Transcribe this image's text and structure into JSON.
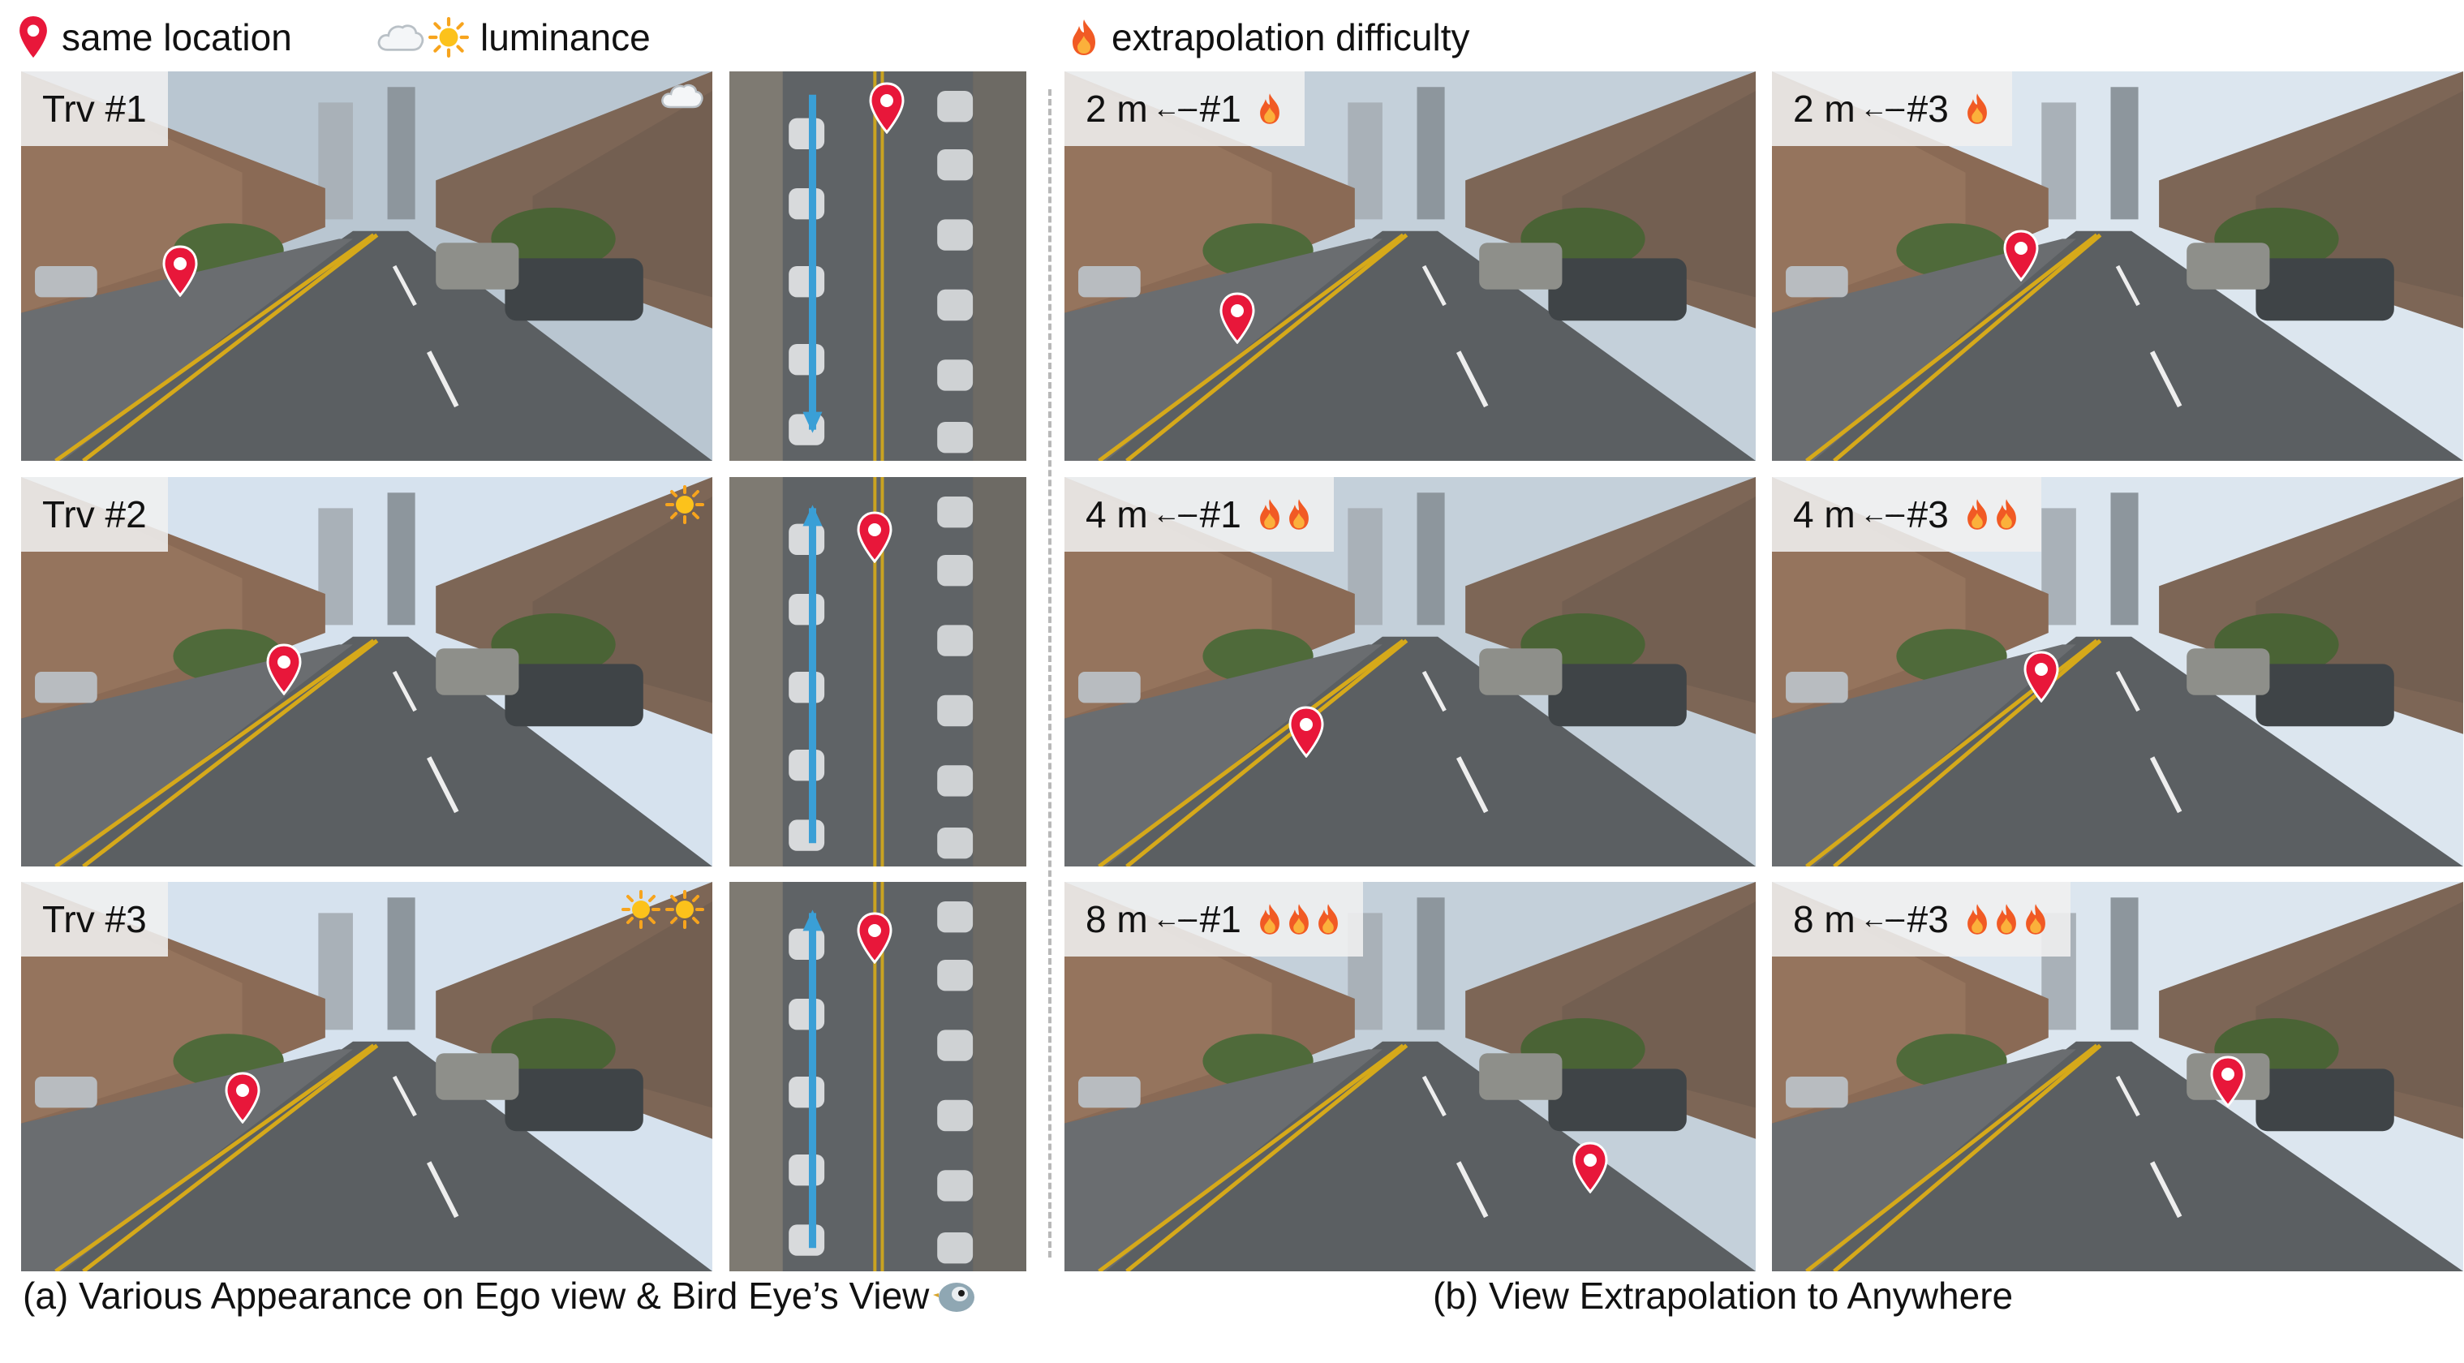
{
  "legend": {
    "same_location": "same location",
    "luminance": "luminance",
    "extrapolation_difficulty": "extrapolation difficulty"
  },
  "left": {
    "rows": [
      {
        "label": "Trv #1",
        "weather": [
          "cloud-icon"
        ],
        "bev_direction": "down"
      },
      {
        "label": "Trv #2",
        "weather": [
          "sun-icon"
        ],
        "bev_direction": "up"
      },
      {
        "label": "Trv #3",
        "weather": [
          "sun-icon",
          "sun-icon"
        ],
        "bev_direction": "up"
      }
    ],
    "caption": "(a) Various Appearance on Ego view & Bird Eye’s View"
  },
  "right": {
    "panels": [
      {
        "dist": "2 m",
        "ref": "#1",
        "difficulty": 1
      },
      {
        "dist": "2 m",
        "ref": "#3",
        "difficulty": 1
      },
      {
        "dist": "4 m",
        "ref": "#1",
        "difficulty": 2
      },
      {
        "dist": "4 m",
        "ref": "#3",
        "difficulty": 2
      },
      {
        "dist": "8 m",
        "ref": "#1",
        "difficulty": 3
      },
      {
        "dist": "8 m",
        "ref": "#3",
        "difficulty": 3
      }
    ],
    "arrow": "←---",
    "caption": "(b) View Extrapolation to Anywhere"
  },
  "colors": {
    "pin": "#e8173a",
    "bev_arrow": "#3a9fd6",
    "road_line": "#e0b21c"
  }
}
